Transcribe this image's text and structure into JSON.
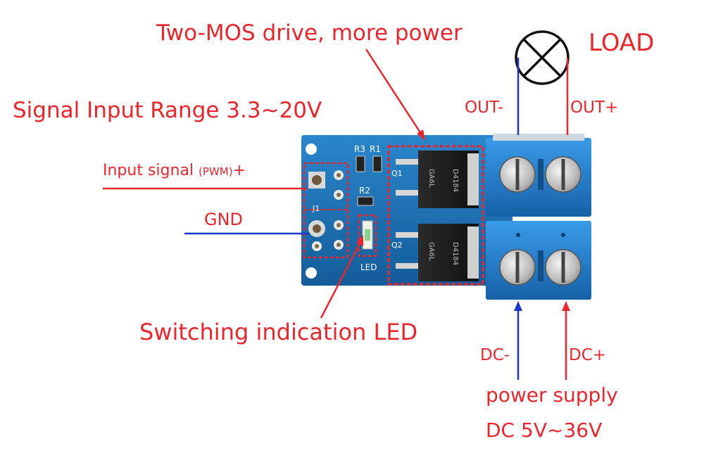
{
  "annotations": {
    "two_mos": "Two-MOS drive, more power",
    "load": "LOAD",
    "signal_range": "Signal Input Range  3.3~20V",
    "out_minus": "OUT-",
    "out_plus": "OUT+",
    "input_signal": "Input signal",
    "input_signal_pwm": "(PWM)",
    "input_signal_plus": "+",
    "gnd": "GND",
    "switching_led": "Switching indication LED",
    "dc_minus": "DC-",
    "dc_plus": "DC+",
    "power_supply": "power supply",
    "dc_range": "DC 5V~36V"
  },
  "board_silkscreen": {
    "r3": "R3",
    "r1": "R1",
    "r2": "R2",
    "q1": "Q1",
    "q2": "Q2",
    "led": "LED",
    "j1": "J1",
    "mos_top_code": "D4184",
    "mos_bottom_code": "D4184",
    "mos_top_lot": "GA6L",
    "mos_bottom_lot": "GA6L"
  },
  "colors": {
    "annotation_red": "#e8262b",
    "pcb_blue": "#1d72b8",
    "terminal_blue": "#1f82d6",
    "wire_blue": "#1a38c9",
    "wire_red": "#e8262b"
  }
}
